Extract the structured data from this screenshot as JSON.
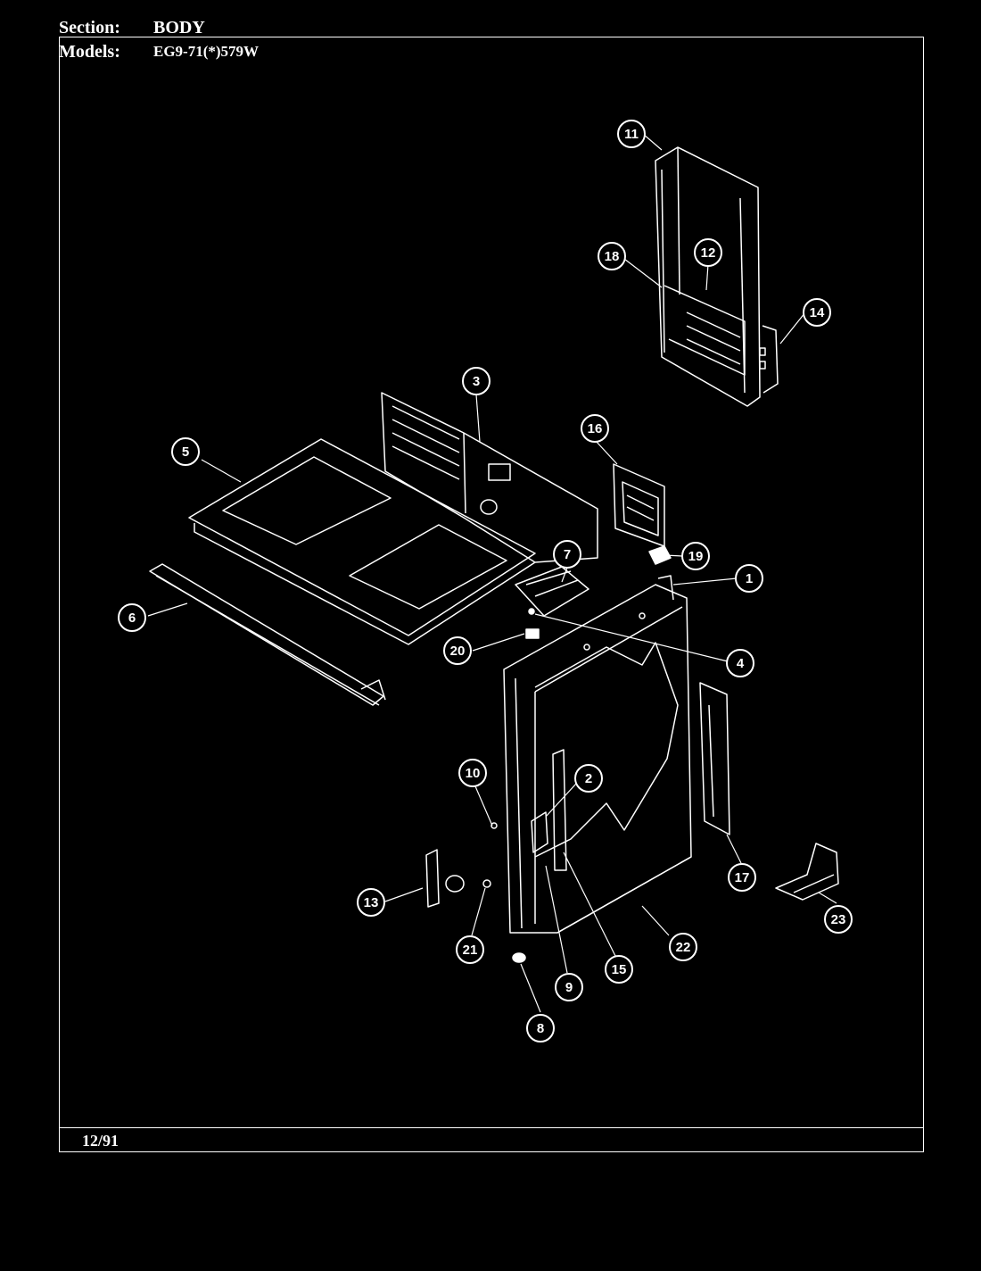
{
  "header": {
    "section_label": "Section:",
    "section_value": "BODY",
    "models_label": "Models:",
    "models_value": "EG9-71(*)579W"
  },
  "footer": {
    "date": "12/91"
  },
  "callouts": [
    "11",
    "12",
    "18",
    "14",
    "3",
    "16",
    "5",
    "19",
    "1",
    "7",
    "6",
    "20",
    "4",
    "10",
    "2",
    "13",
    "21",
    "17",
    "23",
    "22",
    "9",
    "15",
    "8"
  ]
}
